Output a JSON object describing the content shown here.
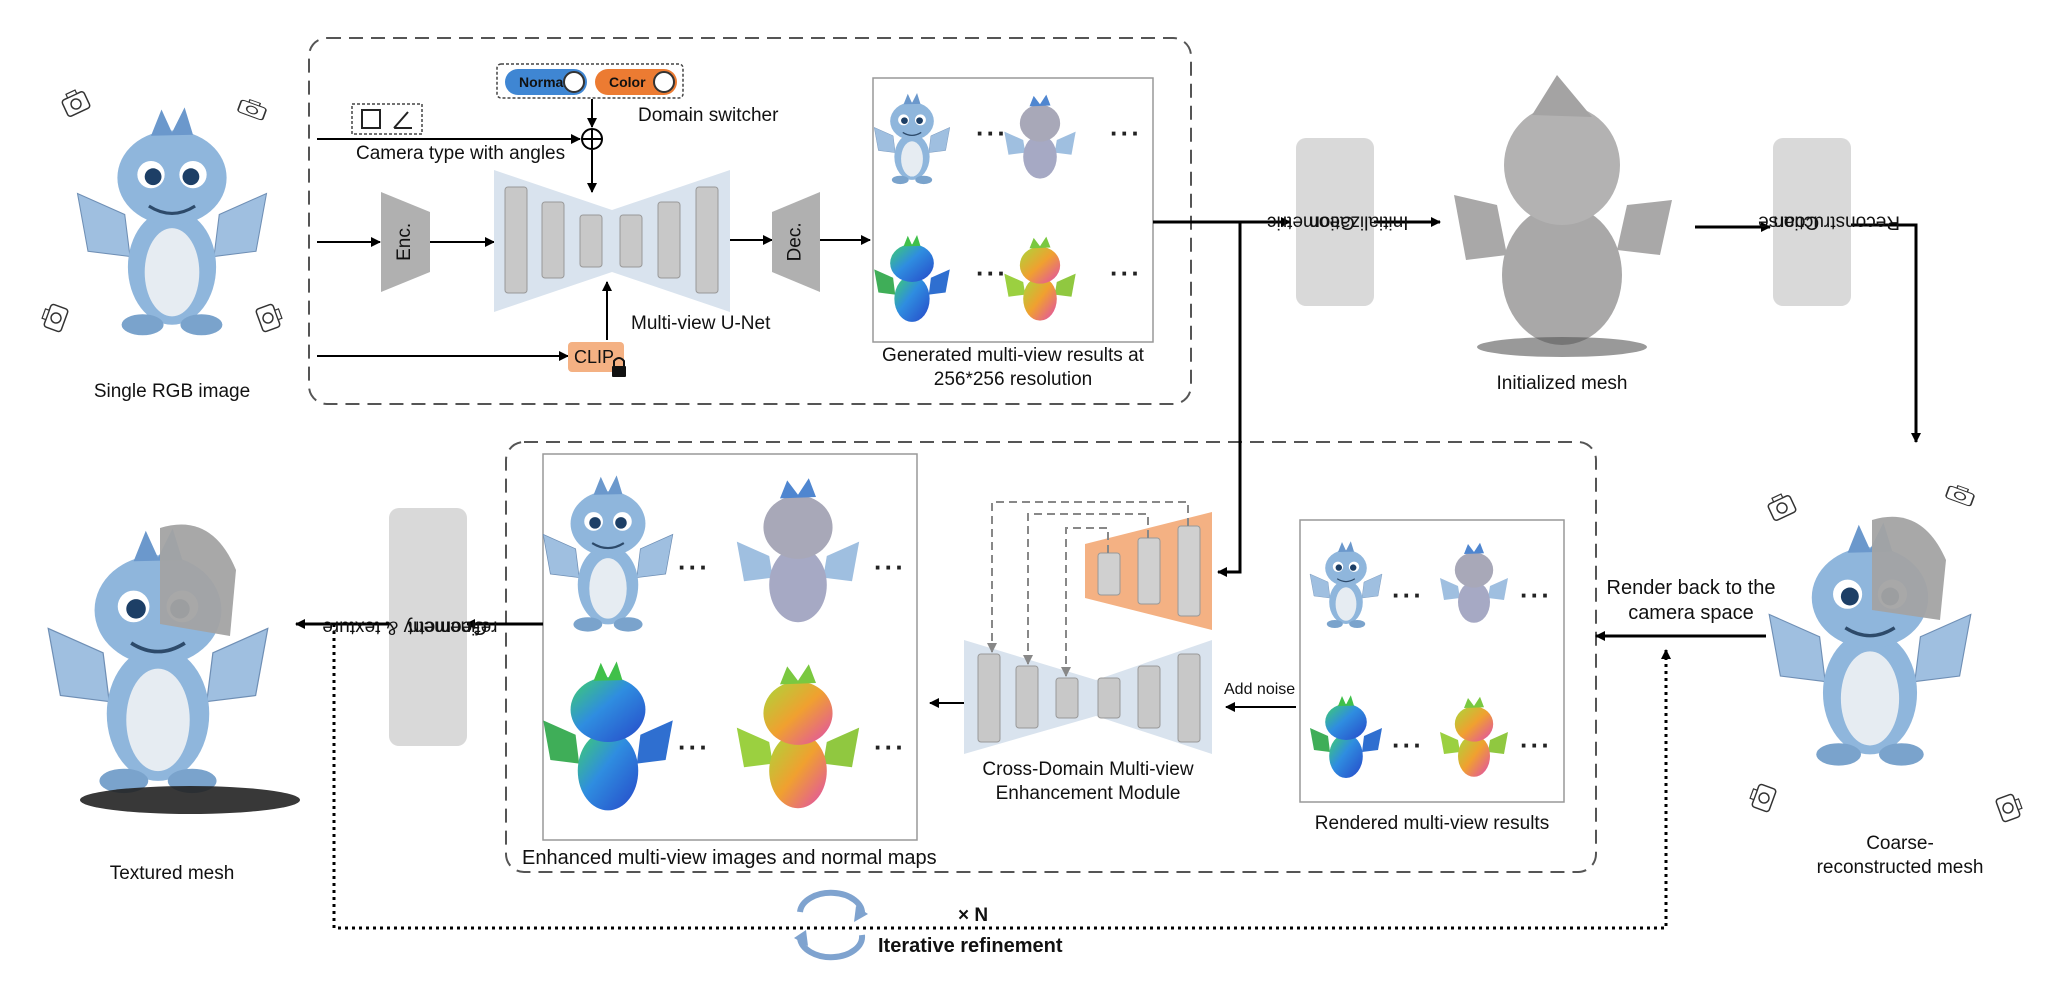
{
  "labels": {
    "single_rgb": "Single RGB image",
    "domain_switcher": "Domain switcher",
    "toggle_normal": "Normal",
    "toggle_color": "Color",
    "camera_type": "Camera type with angles",
    "enc": "Enc.",
    "dec": "Dec.",
    "unet": "Multi-view U-Net",
    "clip": "CLIP",
    "generated_line1": "Generated multi-view results at",
    "generated_line2": "256*256 resolution",
    "geo_init_line1": "Geometric",
    "geo_init_line2": "Initialization",
    "initialized_mesh": "Initialized mesh",
    "coarse_line1": "Coarse",
    "coarse_line2": "Reconstruction",
    "coarse_mesh_line1": "Coarse-",
    "coarse_mesh_line2": "reconstructed mesh",
    "render_back_line1": "Render back to the",
    "render_back_line2": "camera space",
    "rendered_results": "Rendered multi-view results",
    "add_noise": "Add noise",
    "enhance_line1": "Cross-Domain Multi-view",
    "enhance_line2": "Enhancement Module",
    "enhanced_results": "Enhanced multi-view images and normal maps",
    "refine_line1": "Geometry  & texture",
    "refine_line2": "refinement",
    "textured_mesh": "Textured mesh",
    "times_n": "× N",
    "iterative": "Iterative refinement",
    "ellipsis": "···"
  },
  "colors": {
    "dragon_blue": "#8fb6dc",
    "dragon_belly": "#e6ecf2",
    "mesh_gray": "#a9a8a8",
    "normal_green": "#3fb34a",
    "normal_blue": "#2c7ad6",
    "normal_pink": "#e24aa5",
    "toggle_normal": "#3f86d3",
    "toggle_color": "#ec7b32",
    "clip_orange": "#f4b183",
    "unet_blue": "#d9e3ee",
    "encoder_gray": "#b0b0b0",
    "box_gray": "#d9d9d9"
  }
}
